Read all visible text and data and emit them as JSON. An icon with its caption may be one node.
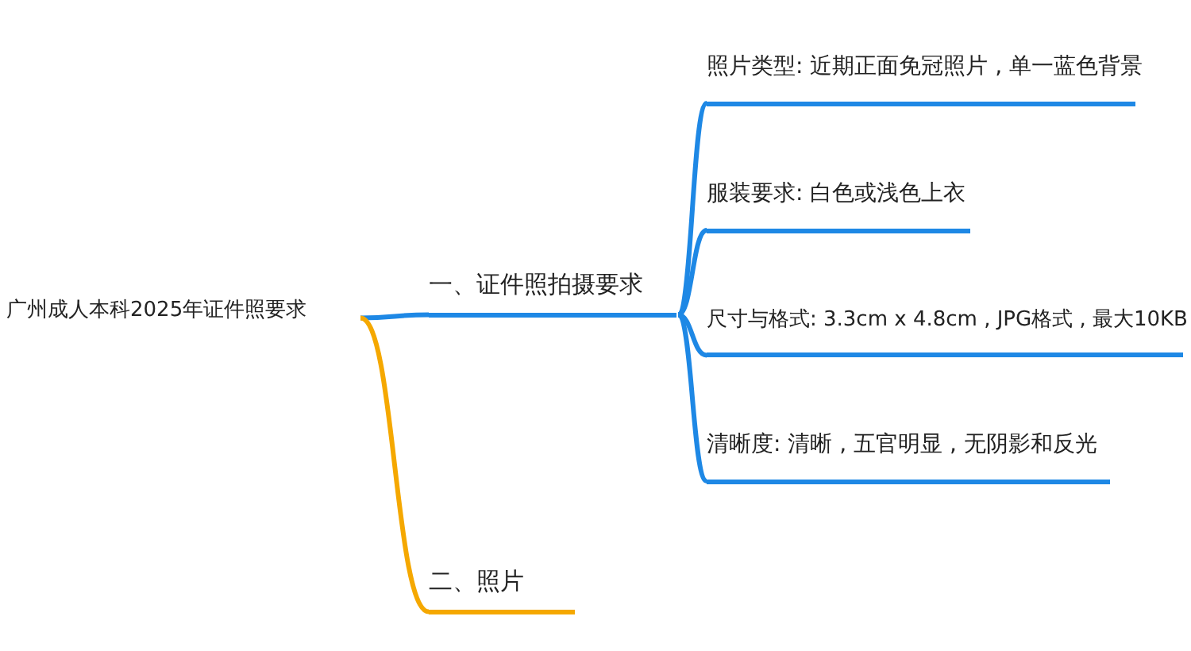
{
  "diagram": {
    "nodes": [
      {
        "text": [
          "广州成人本科2025年证件照要求"
        ]
      },
      {
        "text": [
          "一、证件照拍摄要求"
        ]
      },
      {
        "text": [
          "二、照片"
        ]
      },
      {
        "text": [
          "照片类型: 近期正面免冠照片 , 单一蓝色背景"
        ]
      },
      {
        "text": [
          "服装要求: 白色或浅色上衣"
        ]
      },
      {
        "text": [
          "尺寸与格式: 3.3cm x 4.8cm , JPG格式 , 最大10KB"
        ]
      },
      {
        "text": [
          "清晰度: 清晰 , 五官明显 , 无阴影和反光"
        ]
      }
    ],
    "edges": [
      {
        "from": 0,
        "to": 1,
        "arrow": "none"
      },
      {
        "from": 0,
        "to": 2,
        "arrow": "none",
        "color": "#f5a800"
      },
      {
        "from": 1,
        "to": 3,
        "arrow": "none"
      },
      {
        "from": 1,
        "to": 4,
        "arrow": "none"
      },
      {
        "from": 1,
        "to": 5,
        "arrow": "none"
      },
      {
        "from": 1,
        "to": 6,
        "arrow": "none"
      }
    ]
  }
}
